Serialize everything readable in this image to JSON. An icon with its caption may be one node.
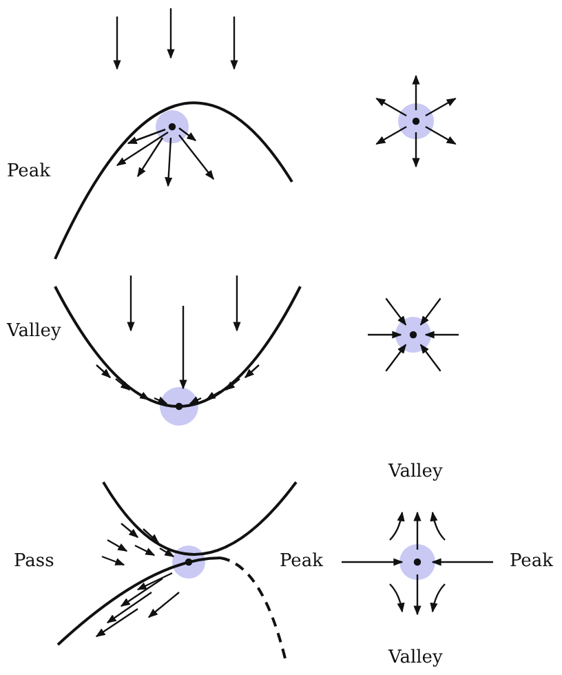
{
  "diagram": {
    "labels": [
      "Peak",
      "Valley",
      "Valley",
      "Pass",
      "Peak",
      "Peak",
      "Valley"
    ]
  }
}
